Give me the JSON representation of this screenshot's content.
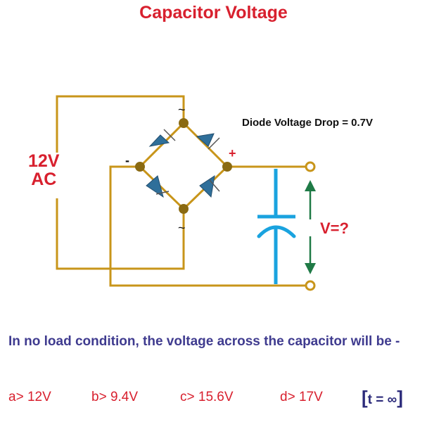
{
  "title": "Capacitor Voltage",
  "diagram": {
    "diode_drop_label": "Diode Voltage Drop = 0.7V",
    "source_label_line1": "12V",
    "source_label_line2": "AC",
    "minus_terminal": "-",
    "plus_terminal": "+",
    "ac_terminal_top": "~",
    "ac_terminal_bottom": "~",
    "voltage_query": "V=?",
    "colors": {
      "wire": "#c8951a",
      "node": "#8a6a12",
      "diode": "#2f6f9a",
      "capacitor": "#1aa3df",
      "arrow": "#1f7a46",
      "label_red": "#d8202e"
    }
  },
  "question": {
    "text": "In no load condition, the voltage across the capacitor will be -",
    "options": [
      {
        "key": "a>",
        "value": "12V"
      },
      {
        "key": "b>",
        "value": "9.4V"
      },
      {
        "key": "c>",
        "value": "15.6V"
      },
      {
        "key": "d>",
        "value": "17V"
      }
    ],
    "condition": "t = ∞",
    "condition_open": "[",
    "condition_close": "]"
  }
}
